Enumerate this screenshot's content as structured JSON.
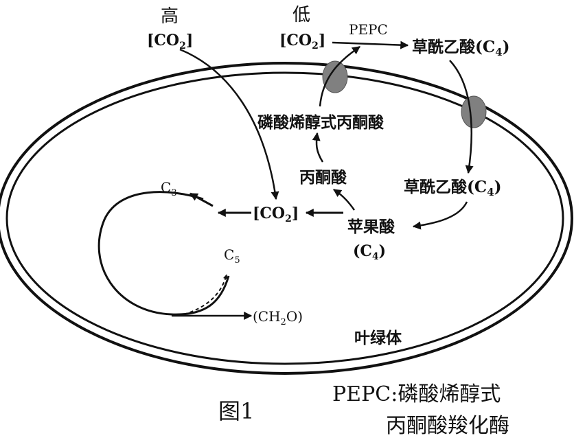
{
  "labels": {
    "high": "高",
    "low": "低",
    "co2_high_l": "[CO",
    "co2_high_s": "2",
    "co2_high_r": "]",
    "co2_low_l": "[CO",
    "co2_low_s": "2",
    "co2_low_r": "]",
    "pepc": "PEPC",
    "oaa_outer_l": "草酰乙酸(C",
    "oaa_outer_s": "4",
    "oaa_outer_r": ")",
    "pep": "磷酸烯醇式丙酮酸",
    "pyruvate": "丙酮酸",
    "oaa_inner_l": "草酰乙酸(C",
    "oaa_inner_s": "4",
    "oaa_inner_r": ")",
    "co2_inner_l": "[CO",
    "co2_inner_s": "2",
    "co2_inner_r": "]",
    "malate": "苹果酸",
    "malate_c4_l": "(C",
    "malate_c4_s": "4",
    "malate_c4_r": ")",
    "c3_l": "C",
    "c3_s": "3",
    "c5_l": "C",
    "c5_s": "5",
    "ch2o_l": "(CH",
    "ch2o_s": "2",
    "ch2o_r": "O)",
    "chloroplast": "叶绿体",
    "figure": "图1",
    "legend_line1": "PEPC:磷酸烯醇式",
    "legend_line2": "丙酮酸羧化酶"
  },
  "colors": {
    "stroke": "#111111",
    "transporter": "#808080"
  }
}
